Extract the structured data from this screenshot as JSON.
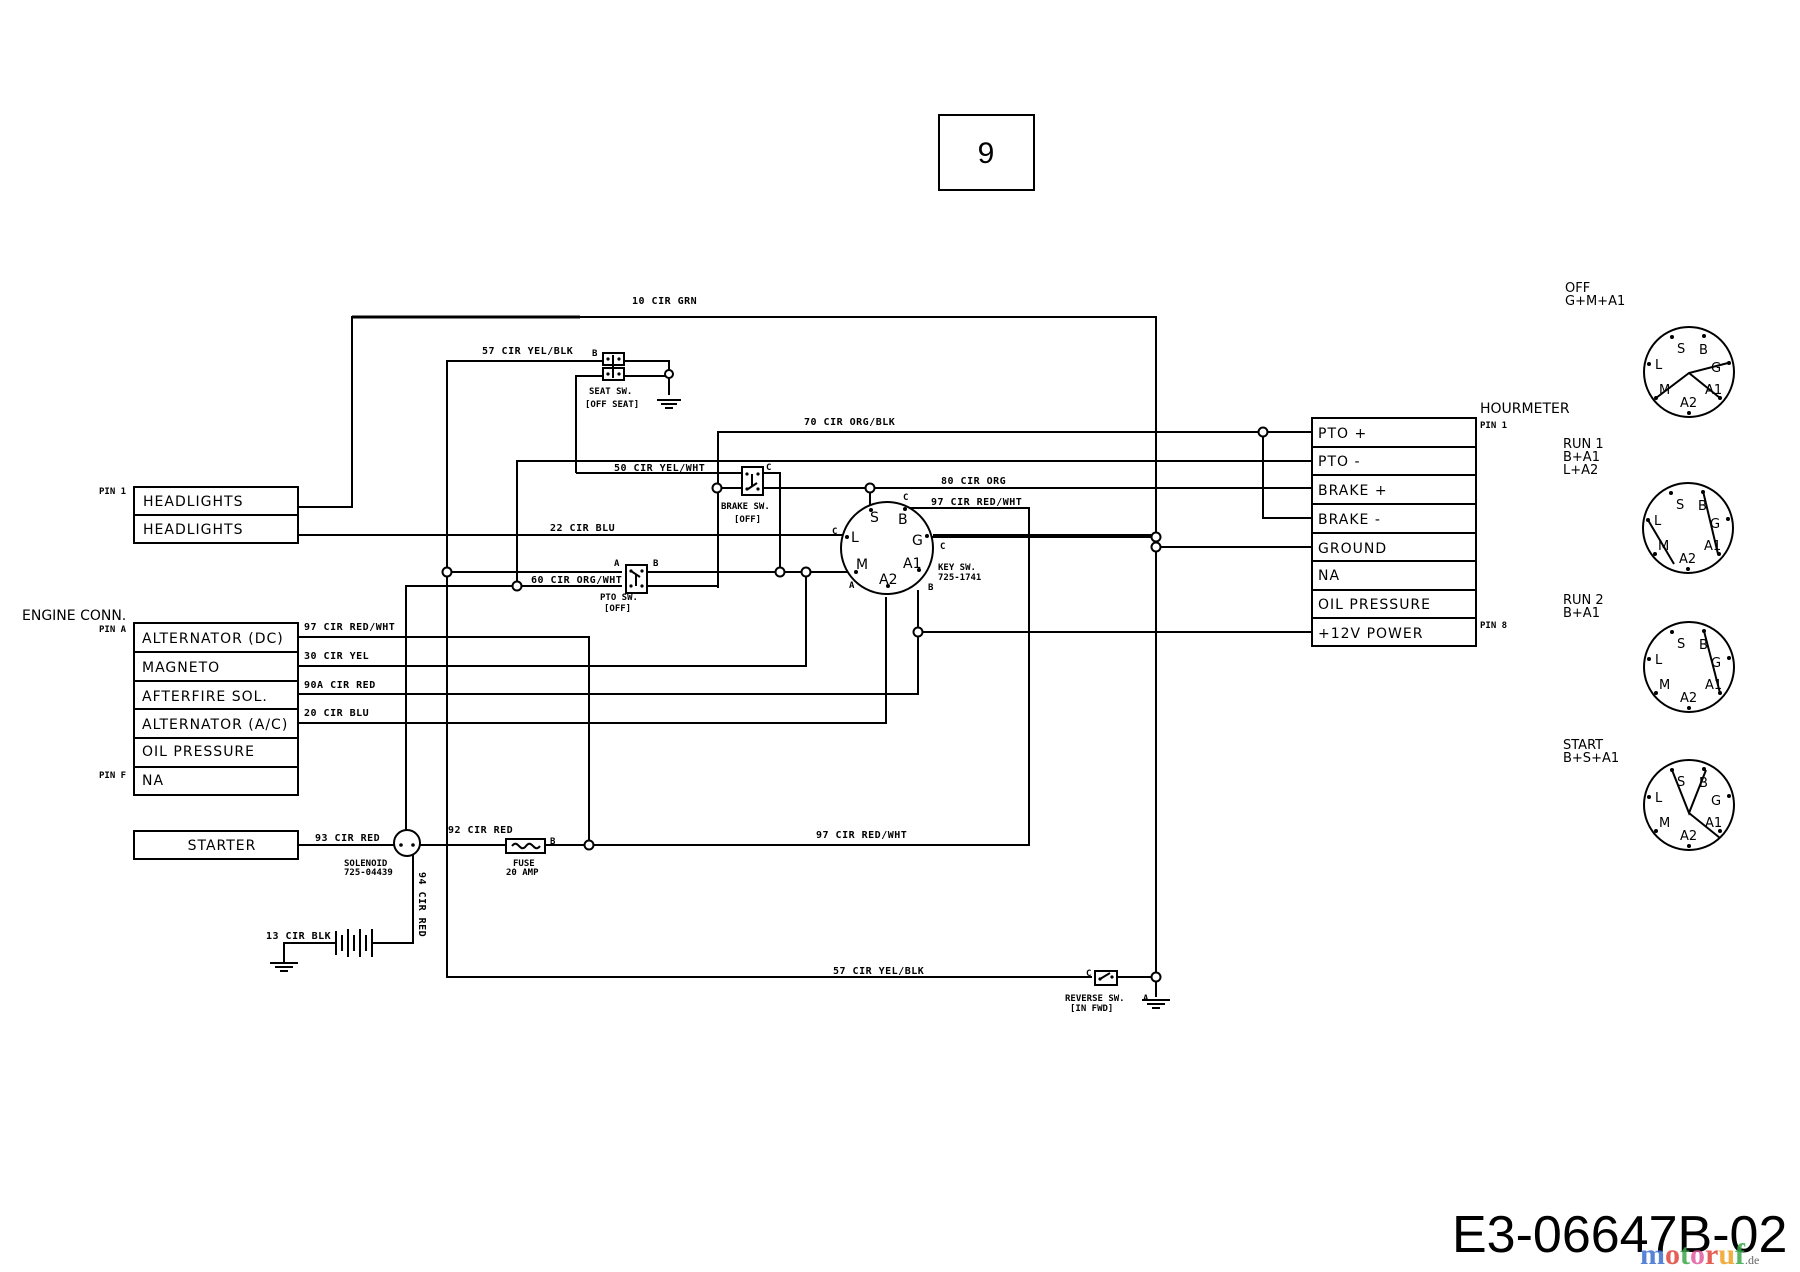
{
  "page_number": "9",
  "document_id": "E3-06647B-02",
  "watermark": {
    "letters": [
      {
        "char": "m",
        "color": "#3b6fd0"
      },
      {
        "char": "o",
        "color": "#e0433a"
      },
      {
        "char": "t",
        "color": "#3aa84a"
      },
      {
        "char": "o",
        "color": "#e05aa0"
      },
      {
        "char": "r",
        "color": "#e0433a"
      },
      {
        "char": "u",
        "color": "#f0a020"
      },
      {
        "char": "f",
        "color": "#3aa84a"
      }
    ],
    "suffix": ".de"
  },
  "wires": {
    "w10": "10 CIR GRN",
    "w57_top": "57 CIR YEL/BLK",
    "w70": "70 CIR ORG/BLK",
    "w50": "50 CIR YEL/WHT",
    "w80": "80 CIR ORG",
    "w97_key": "97 CIR RED/WHT",
    "w22": "22 CIR BLU",
    "w60": "60 CIR ORG/WHT",
    "w97_eng": "97 CIR RED/WHT",
    "w30": "30 CIR YEL",
    "w90a": "90A CIR RED",
    "w20": "20 CIR BLU",
    "w93": "93 CIR RED",
    "w92": "92 CIR RED",
    "w97_bottom": "97 CIR RED/WHT",
    "w94": "94 CIR RED",
    "w13": "13 CIR BLK",
    "w57_bottom": "57 CIR YEL/BLK"
  },
  "components": {
    "seat_switch": {
      "name": "SEAT SW.",
      "state": "[OFF SEAT]",
      "terminal": "B"
    },
    "brake_switch": {
      "name": "BRAKE SW.",
      "state": "[OFF]",
      "terminal": "C"
    },
    "pto_switch": {
      "name": "PTO SW.",
      "state": "[OFF]",
      "terminal_a": "A",
      "terminal_b": "B"
    },
    "key_switch": {
      "name": "KEY SW.",
      "part": "725-1741",
      "terminals": [
        "S",
        "B",
        "L",
        "G",
        "M",
        "A2",
        "A1"
      ],
      "c1": "C",
      "c2": "C",
      "c3": "C",
      "a": "A",
      "b": "B"
    },
    "solenoid": {
      "name": "SOLENOID",
      "part": "725-04439"
    },
    "fuse": {
      "name": "FUSE",
      "rating": "20 AMP",
      "terminal": "B"
    },
    "reverse_switch": {
      "name": "REVERSE SW.",
      "state": "[IN FWD]",
      "terminal_c": "C",
      "terminal_a": "A"
    }
  },
  "headlights_connector": {
    "pin_label": "PIN 1",
    "rows": [
      "HEADLIGHTS",
      "HEADLIGHTS"
    ]
  },
  "engine_connector": {
    "title": "ENGINE CONN.",
    "pin_first": "PIN A",
    "pin_last": "PIN F",
    "rows": [
      "ALTERNATOR (DC)",
      "MAGNETO",
      "AFTERFIRE SOL.",
      "ALTERNATOR (A/C)",
      "OIL PRESSURE",
      "NA"
    ]
  },
  "starter": {
    "label": "STARTER"
  },
  "hourmeter": {
    "title": "HOURMETER",
    "pin_first": "PIN 1",
    "pin_last": "PIN 8",
    "rows": [
      "PTO +",
      "PTO -",
      "BRAKE +",
      "BRAKE -",
      "GROUND",
      "NA",
      "OIL PRESSURE",
      "+12V POWER"
    ]
  },
  "key_positions": [
    {
      "name": "OFF",
      "combo1": "G+M+A1",
      "combo2": ""
    },
    {
      "name": "RUN 1",
      "combo1": "B+A1",
      "combo2": "L+A2"
    },
    {
      "name": "RUN 2",
      "combo1": "B+A1",
      "combo2": ""
    },
    {
      "name": "START",
      "combo1": "B+S+A1",
      "combo2": ""
    }
  ],
  "dial_labels": {
    "S": "S",
    "B": "B",
    "L": "L",
    "G": "G",
    "M": "M",
    "A2": "A2",
    "A1": "A1"
  }
}
